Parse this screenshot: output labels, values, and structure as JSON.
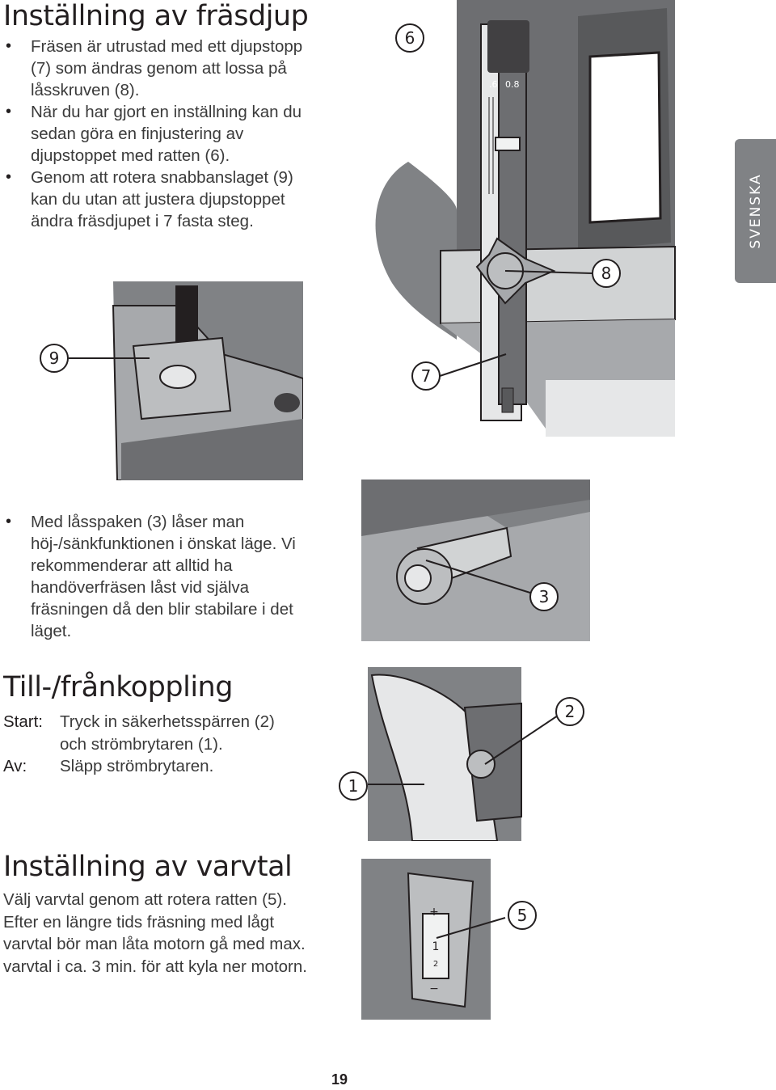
{
  "section1": {
    "title": "Inställning av fräsdjup",
    "bullets": [
      "Fräsen är utrustad med ett djupstopp (7) som ändras genom att lossa på låsskruven (8).",
      "När du har gjort en inställning kan du sedan göra en finjustering av djupstoppet med ratten (6).",
      "Genom att rotera snabbanslaget (9) kan du utan att justera djupstoppet ändra fräsdjupet i 7 fasta steg."
    ]
  },
  "figure_depth": {
    "callouts": [
      "6",
      "8",
      "7"
    ],
    "scale_labels": [
      ".6",
      "0.8"
    ]
  },
  "figure_turret": {
    "callouts": [
      "9"
    ]
  },
  "side_tab": {
    "label": "SVENSKA"
  },
  "section_lock": {
    "bullets": [
      "Med låsspaken (3) låser man höj-/sänkfunktionen i önskat läge. Vi rekommenderar att alltid ha handöverfräsen låst vid själva fräsningen då den blir stabilare i det läget."
    ]
  },
  "figure_lock": {
    "callouts": [
      "3"
    ]
  },
  "section2": {
    "title": "Till-/frånkoppling",
    "rows": [
      {
        "key": "Start:",
        "lines": [
          "Tryck in säkerhetsspärren (2)",
          "och strömbrytaren (1)."
        ]
      },
      {
        "key": "Av:",
        "lines": [
          "Släpp strömbrytaren."
        ]
      }
    ]
  },
  "figure_switch": {
    "callouts": [
      "2",
      "1"
    ]
  },
  "section3": {
    "title": "Inställning av varvtal",
    "lines": [
      "Välj varvtal genom att rotera ratten (5).",
      "Efter en längre tids fräsning med lågt",
      "varvtal bör man låta motorn gå med max.",
      "varvtal i ca. 3 min. för att kyla ner motorn."
    ]
  },
  "figure_speed": {
    "callouts": [
      "5"
    ],
    "dial_marks": [
      "+",
      "−"
    ],
    "dial_digits": [
      "1",
      "2"
    ]
  },
  "page": {
    "number": "19"
  }
}
